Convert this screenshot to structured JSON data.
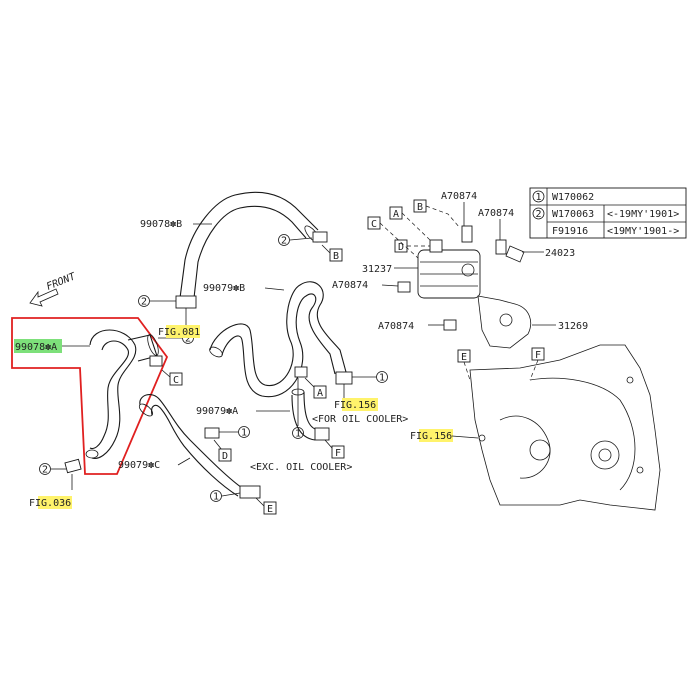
{
  "parts": {
    "hose_a": "99078✽A",
    "hose_b": "99078✽B",
    "pipe_a": "99079✽A",
    "pipe_b": "99079✽B",
    "pipe_c": "99079✽C",
    "cooler": "31237",
    "bracket": "31269",
    "clip": "24023",
    "bolt": "A70874"
  },
  "figs": {
    "fig081": "FIG.081",
    "fig036": "FIG.036",
    "fig156a": "FIG.156",
    "fig156b": "FIG.156"
  },
  "captions": {
    "for_oil_cooler": "<FOR OIL COOLER>",
    "exc_oil_cooler": "<EXC. OIL COOLER>"
  },
  "front_label": "FRONT",
  "markers": {
    "one": "1",
    "two": "2"
  },
  "letters": {
    "a": "A",
    "b": "B",
    "c": "C",
    "d": "D",
    "e": "E",
    "f": "F"
  },
  "legend": {
    "row1": {
      "num": "1",
      "part": "W170062",
      "note": ""
    },
    "row2": {
      "num": "2",
      "part": "W170063",
      "note": "<-19MY'1901>"
    },
    "row3": {
      "num": "",
      "part": "F91916",
      "note": "<19MY'1901->"
    }
  },
  "colors": {
    "highlight_box": "#e02020",
    "fig_highlight": "#fff36b",
    "part_highlight": "#7de07a"
  }
}
